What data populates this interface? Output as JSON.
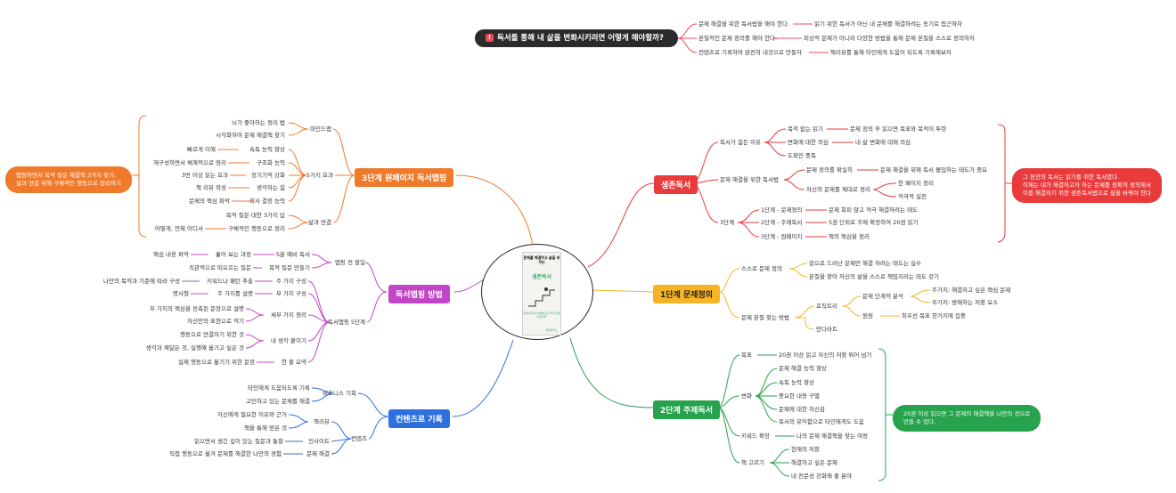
{
  "question": "독서를 통해  내 삶을 변화시키려면 어떻게 해야할까?",
  "question_icon": "!",
  "q_rows": [
    [
      "문제 해결을 위한 독서법을 해야 한다.",
      "읽기 위한 독서가 아닌 내 문제를 해결하려는 동기로 접근하자"
    ],
    [
      "본질적인 문제 정의를 해야 한다.",
      "피상적 문제가 아니라 다양한 방법을 통해 문제 본질을 스스로 정의하자"
    ],
    [
      "컨텐츠로 기록하여 완전히 내것으로 만들자",
      "책리뷰를 통해 타인에게 도움이 되도록 기록해보자"
    ]
  ],
  "book": {
    "title": "문제를 해결하고 삶을 바꾸는",
    "name": "생존독서",
    "subtitle": "원페이지 독서맵핑으로 책과 운명 전환하라",
    "publisher": "샘앤파커스"
  },
  "colors": {
    "red": "#e93b3b",
    "orange": "#f07a2c",
    "yellow": "#f5b426",
    "purple": "#c046c6",
    "green": "#27a24d",
    "blue": "#2f6fde"
  },
  "branches": {
    "survival": {
      "label": "생존독서",
      "note": [
        "그 동안의 독서는 읽기를 위한 독서였다.",
        "이제는 내가 해결하고자 하는 문제를 정확히 정의해서",
        "이를 해결하기 위한 생존독서법으로 삶을 바꿔야 한다"
      ],
      "hard": "독서가 힘든 이유",
      "hard_items": [
        [
          "목적 없는 읽기",
          "문제 정의 후 읽으면 목표와 목적이 뚜렷"
        ],
        [
          "변화에 대한 의심",
          "내 삶 변화에 대해 의심"
        ],
        [
          "도파민 중독",
          ""
        ]
      ],
      "method": "문제 해결을 위한 독서법",
      "method_items": [
        [
          "문제 정의를 확실히",
          "문제 해결을 위해 독서 몰입하는 태도가 중요"
        ],
        [
          "자신의 문제를 제대로 정리",
          "한 페이지 정리",
          "적극적 실천"
        ]
      ],
      "steps": "3단계",
      "step_items": [
        [
          "1단계 - 문제정의",
          "문제 회피 않고 적극 해결하려는 태도"
        ],
        [
          "2단계 - 주제독서",
          "5권 단위로 주제 확장하여 20권 읽기"
        ],
        [
          "3단계 - 원페이지",
          "책의 핵심을 정리"
        ]
      ]
    },
    "step1": {
      "label": "1단계 문제정의",
      "self": "스스로 문제 정의",
      "self_items": [
        "겉으로 드러난 문제만 해결 하려는 태도는 실수",
        "본질을 찾아 자신의 삶을 스스로 책임지려는 태도 갖기"
      ],
      "find": "문제 본질 찾는 방법",
      "logic": "로직트리",
      "analysis": "문제 단계적 분석",
      "main": "주가지: 해결하고 싶은 핵심 문제",
      "sub": "부가지: 방해하는 저항 요소",
      "goal": "원씽",
      "goal_desc": "최우선 목표 한가지에 집중",
      "mandal": "만다라트"
    },
    "step2": {
      "label": "2단계 주제독서",
      "note": [
        "20권 이상 읽으면 그 문제의 해결책을 나만의 것으로",
        "만들 수 있다."
      ],
      "goal": "목표",
      "goal_desc": "20권 이상 읽고 자신의 저항 뛰어 넘기",
      "change": "변화",
      "change_items": [
        "문제 해결 능력  향상",
        "속독 능력 향상",
        "중요한 내용 구별",
        "문제에 대한 자신감",
        "독서의 유익함으로 타인에게도 도움"
      ],
      "keyword": "키워드 확장",
      "keyword_desc": "나의 문제 해결책을 찾는 여정",
      "choose": "책 고르기",
      "choose_items": [
        "현재의 저항",
        "해결하고 싶은 문제",
        "내 전문성 강화해 줄 분야"
      ]
    },
    "onepage": {
      "label": "3단계 원페이지 독서맵핑",
      "note": [
        "맵핑하면서 목적 질문 해결책 3가지 찾기.",
        "실과 연결 위해 구체적인 행동으로 정리하기"
      ],
      "mindmap": "마인드맵",
      "mindmap_items": [
        "뇌가 좋아하는 정리 법",
        "시각화하여 문제 해결책 찾기"
      ],
      "effects": "5가지 효과",
      "effects_items": [
        [
          "속독 능력 향상",
          "빠르게 이해"
        ],
        [
          "구조화 능력",
          "재구성하면서 체계적으로 정리"
        ],
        [
          "장기기억 강화",
          "3번 이상 읽는 효과"
        ],
        [
          "생각하는 힘",
          "책 리뷰 작성"
        ],
        [
          "의사 결정 능력",
          "문제의 핵심 파악"
        ]
      ],
      "life": "삶과 연결",
      "life_items": [
        [
          "목적 질문 대한 3가지 답",
          ""
        ],
        [
          "구체적인 행동으로 정리",
          "어떻게, 언제 어디서"
        ]
      ]
    },
    "method": {
      "label": "독서맵핑 방법",
      "before": "맵핑 전 할일",
      "before_items": [
        [
          "5분 예비 독서",
          "훑어 보는 과정",
          "핵심 내용 파악"
        ],
        [
          "목적 질문 만들기",
          "직관적으로 떠오르는 질문"
        ]
      ],
      "five": "독서맵핑 5단계",
      "five_items": [
        [
          "주 가지 구성",
          "키워드나 패턴 추출",
          "나만의 목적과 기준에 따라 구성"
        ],
        [
          "부 가지 구성",
          "주 가지를 설명",
          "명사형"
        ],
        [
          "세부 가지 정리",
          "부 가지의 핵심을 응축된 문장으로 설명",
          "자신만의 표현으로 적기"
        ],
        [
          "내 생각 붙이기",
          "행동으로 연결하기 위한 것",
          "생각과 깨달은 것, 실행해 옮기고 싶은 것"
        ],
        [
          "한 줄 요약",
          "실제 행동으로 옮기기 위한 문장"
        ]
      ]
    },
    "content": {
      "label": "컨텐츠로 기록",
      "biz": "비즈니스 기회",
      "biz_items": [
        "타인에게 도움되도록 기록",
        "고민하고 있는 문제를 해결"
      ],
      "contents": "컨텐츠",
      "review": "책리뷰",
      "review_items": [
        "자신에게 필요한 이유와 근거",
        "책을 통해 얻은 것"
      ],
      "insight": "인사이트",
      "insight_desc": "읽으면서 생긴 깊이 있는 질문과 통찰",
      "solve": "문제 해결",
      "solve_desc": "직접 행동으로 옮겨 문제를 해결한 나만의 경험"
    }
  }
}
